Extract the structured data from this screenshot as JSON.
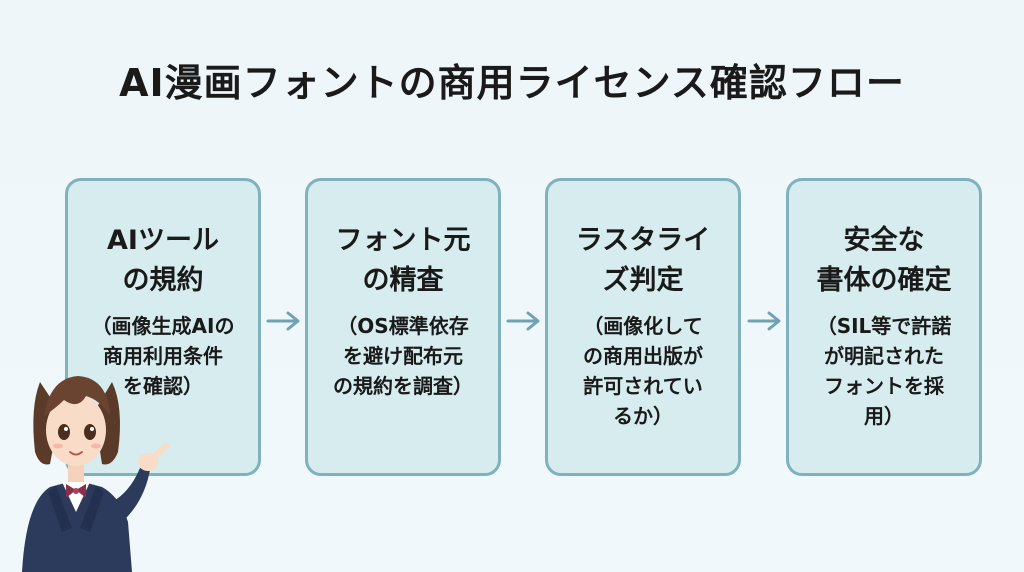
{
  "title": "AI漫画フォントの商用ライセンス確認フロー",
  "steps": [
    {
      "head_lines": [
        "AIツール",
        "の規約"
      ],
      "desc_lines": [
        "（画像生成AIの",
        "商用利用条件",
        "を確認）"
      ]
    },
    {
      "head_lines": [
        "フォント元",
        "の精査"
      ],
      "desc_lines": [
        "（OS標準依存",
        "を避け配布元",
        "の規約を調査）"
      ]
    },
    {
      "head_lines": [
        "ラスタライ",
        "ズ判定"
      ],
      "desc_lines": [
        "（画像化して",
        "の商用出版が",
        "許可されてい",
        "るか）"
      ]
    },
    {
      "head_lines": [
        "安全な",
        "書体の確定"
      ],
      "desc_lines": [
        "（SIL等で許諾",
        "が明記された",
        "フォントを採",
        "用）"
      ]
    }
  ],
  "colors": {
    "box_fill": "#d6ecef",
    "box_border": "#7fb1bf",
    "arrow": "#6fa3b3",
    "background": "#eef6fa"
  },
  "icons": [
    "arrow-right-icon"
  ]
}
